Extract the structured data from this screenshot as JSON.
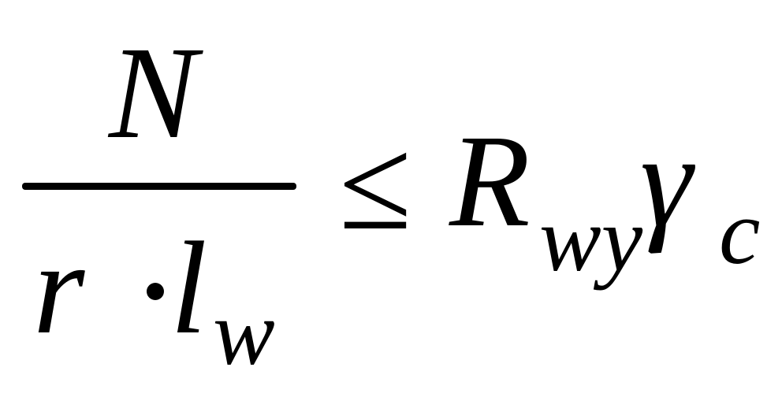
{
  "formula": {
    "numerator": "N",
    "denominator_r": "r",
    "denominator_dot": "·",
    "denominator_l": "l",
    "denominator_l_sub": "w",
    "relation": "≤",
    "rhs_R": "R",
    "rhs_R_sub": "wy",
    "rhs_gamma": "γ",
    "rhs_gamma_sub": "c"
  }
}
